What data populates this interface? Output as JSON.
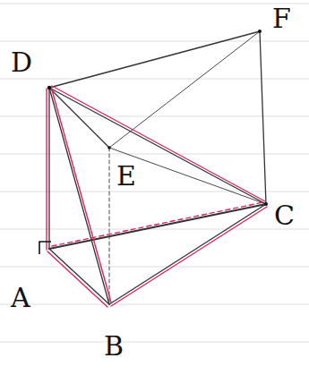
{
  "diagram": {
    "labels": [
      "D",
      "F",
      "E",
      "A",
      "B",
      "C"
    ]
  }
}
